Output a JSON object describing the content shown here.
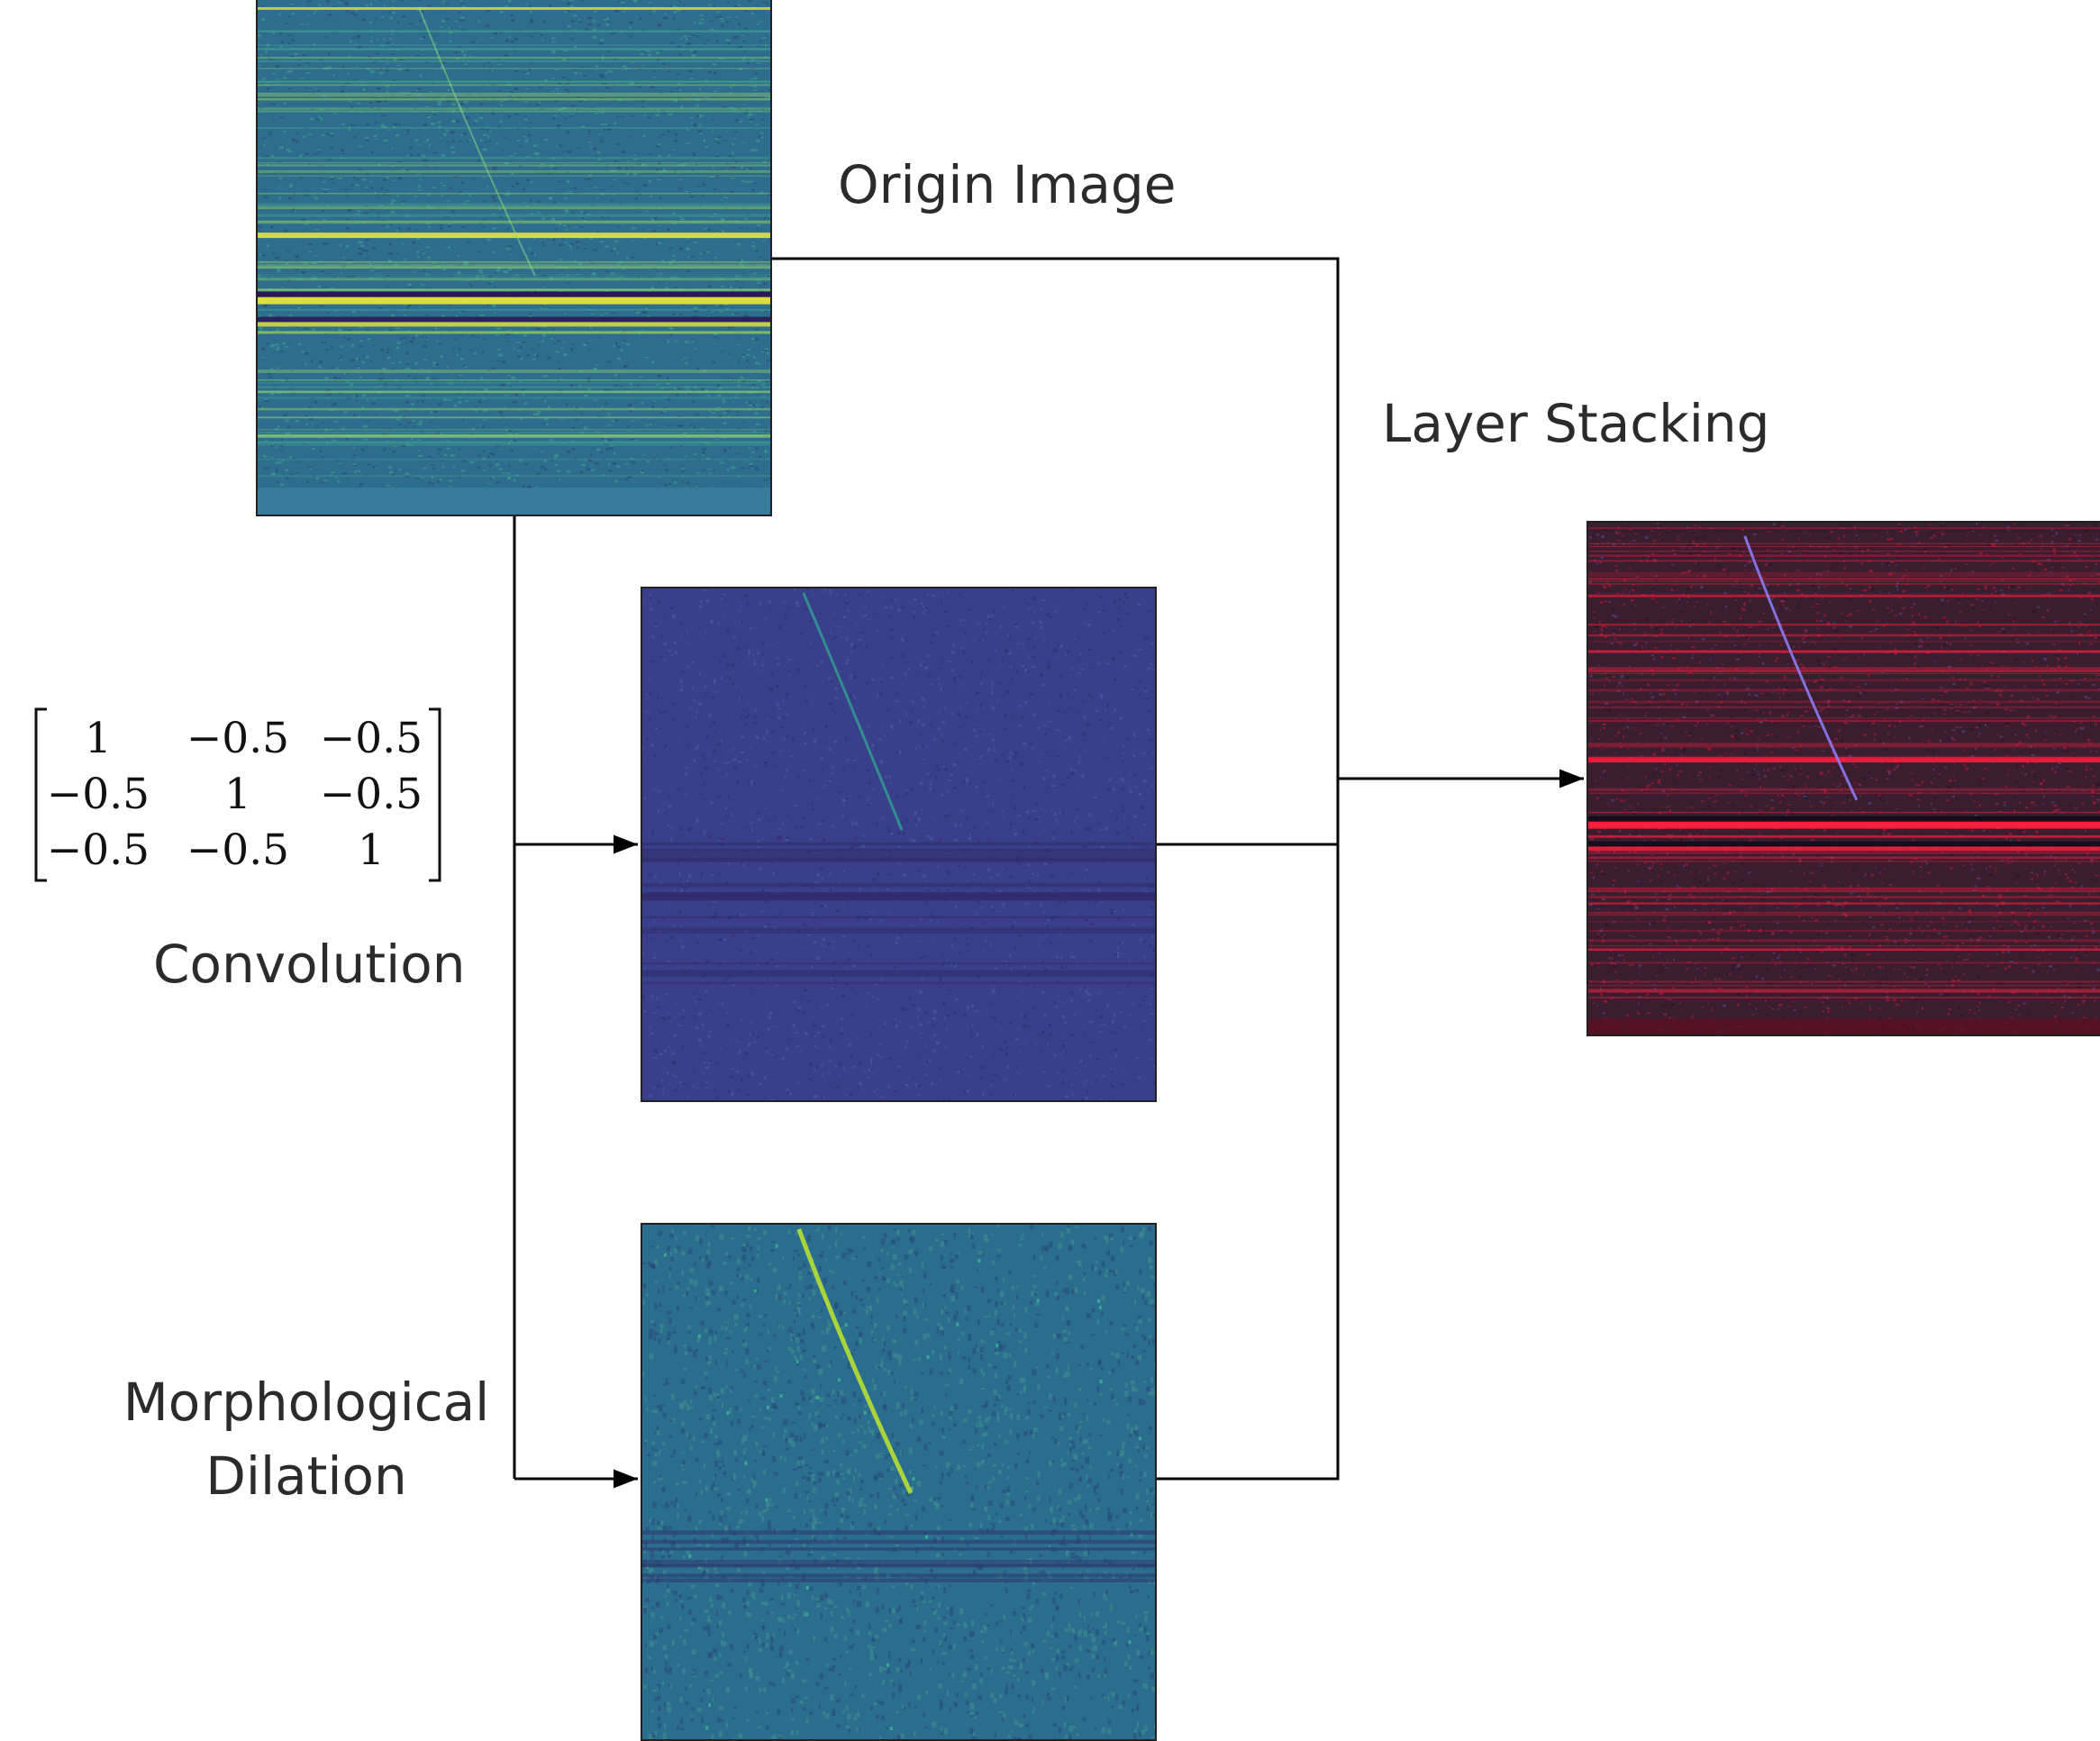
{
  "labels": {
    "origin_image": "Origin Image",
    "layer_stacking": "Layer Stacking",
    "convolution": "Convolution",
    "morphological_line1": "Morphological",
    "morphological_line2": "Dilation"
  },
  "kernel_matrix": [
    [
      "1",
      "−0.5",
      "−0.5"
    ],
    [
      "−0.5",
      "1",
      "−0.5"
    ],
    [
      "−0.5",
      "−0.5",
      "1"
    ]
  ],
  "colors": {
    "origin_bg": "#2f6d8e",
    "origin_light": "#3fa58c",
    "origin_yellow": "#e4e53a",
    "origin_dark": "#2c0d52",
    "conv_bg": "#3a3f8c",
    "conv_light": "#2f9c8f",
    "dilation_bg": "#2b6d8e",
    "dilation_light": "#3bb98b",
    "dilation_yellow": "#b9df33",
    "stack_bg": "#3a1d2e",
    "stack_red": "#ff2040",
    "stack_blue": "#8c82ff",
    "line": "#000000",
    "text": "#2b2b2b"
  }
}
